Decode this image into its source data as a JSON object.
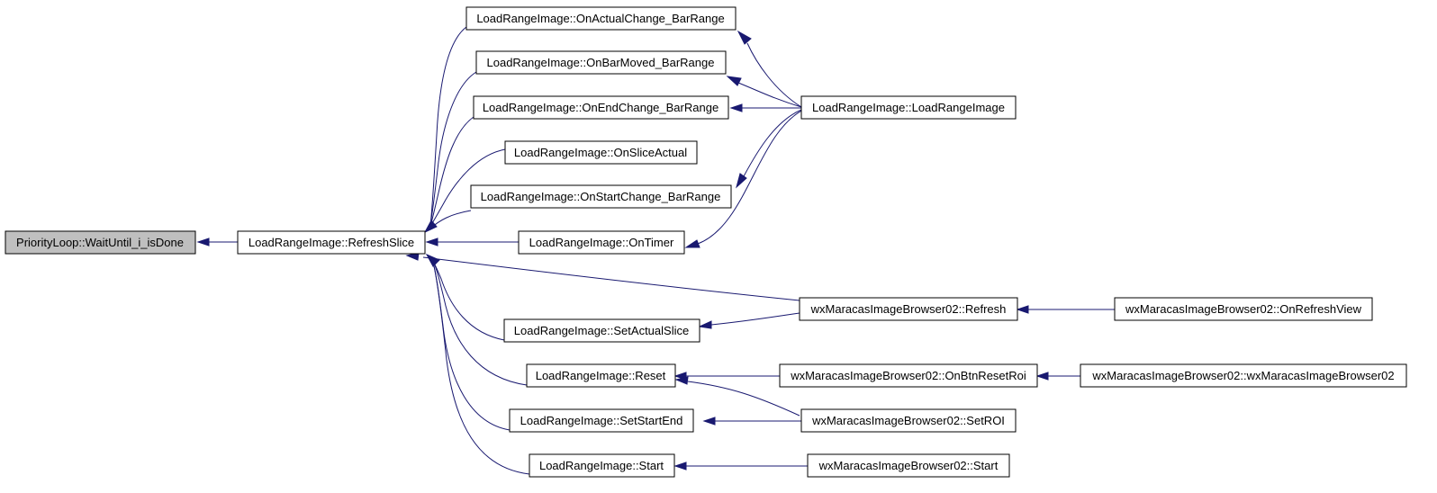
{
  "graph": {
    "nodes": {
      "n0": "PriorityLoop::WaitUntil_i_isDone",
      "n1": "LoadRangeImage::RefreshSlice",
      "n2": "LoadRangeImage::OnActualChange_BarRange",
      "n3": "LoadRangeImage::OnBarMoved_BarRange",
      "n4": "LoadRangeImage::OnEndChange_BarRange",
      "n5": "LoadRangeImage::OnSliceActual",
      "n6": "LoadRangeImage::OnStartChange_BarRange",
      "n7": "LoadRangeImage::OnTimer",
      "n8": "LoadRangeImage::LoadRangeImage",
      "n9": "wxMaracasImageBrowser02::Refresh",
      "n10": "wxMaracasImageBrowser02::OnRefreshView",
      "n11": "LoadRangeImage::SetActualSlice",
      "n12": "LoadRangeImage::Reset",
      "n13": "wxMaracasImageBrowser02::OnBtnResetRoi",
      "n14": "wxMaracasImageBrowser02::wxMaracasImageBrowser02",
      "n15": "LoadRangeImage::SetStartEnd",
      "n16": "wxMaracasImageBrowser02::SetROI",
      "n17": "LoadRangeImage::Start",
      "n18": "wxMaracasImageBrowser02::Start"
    },
    "edges": [
      {
        "from": "n1",
        "to": "n0"
      },
      {
        "from": "n2",
        "to": "n1"
      },
      {
        "from": "n3",
        "to": "n1"
      },
      {
        "from": "n4",
        "to": "n1"
      },
      {
        "from": "n5",
        "to": "n1"
      },
      {
        "from": "n6",
        "to": "n1"
      },
      {
        "from": "n7",
        "to": "n1"
      },
      {
        "from": "n9",
        "to": "n1"
      },
      {
        "from": "n11",
        "to": "n1"
      },
      {
        "from": "n12",
        "to": "n1"
      },
      {
        "from": "n15",
        "to": "n1"
      },
      {
        "from": "n17",
        "to": "n1"
      },
      {
        "from": "n8",
        "to": "n2"
      },
      {
        "from": "n8",
        "to": "n3"
      },
      {
        "from": "n8",
        "to": "n4"
      },
      {
        "from": "n8",
        "to": "n6"
      },
      {
        "from": "n8",
        "to": "n7"
      },
      {
        "from": "n10",
        "to": "n9"
      },
      {
        "from": "n9",
        "to": "n11"
      },
      {
        "from": "n13",
        "to": "n12"
      },
      {
        "from": "n16",
        "to": "n12"
      },
      {
        "from": "n14",
        "to": "n13"
      },
      {
        "from": "n16",
        "to": "n15"
      },
      {
        "from": "n18",
        "to": "n17"
      }
    ],
    "colors": {
      "edge": "#191970",
      "node_border": "#000000",
      "root_fill": "#bfbfbf",
      "node_fill": "#ffffff"
    }
  }
}
